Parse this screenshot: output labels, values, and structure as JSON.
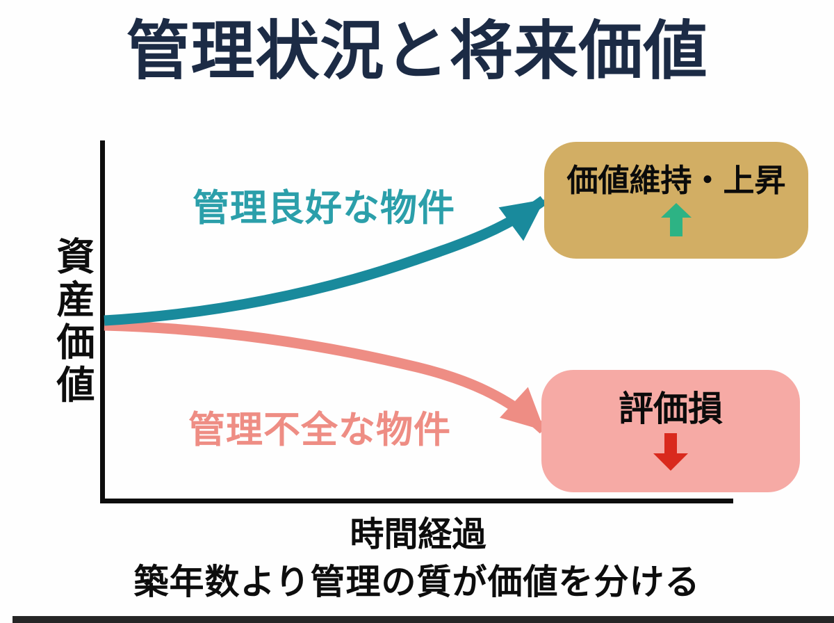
{
  "diagram": {
    "title": "管理状況と将来価値",
    "y_axis_label": "資産価値",
    "x_axis_label": "時間経過",
    "caption": "築年数より管理の質が価値を分ける",
    "series": [
      {
        "name": "管理良好な物件",
        "trend": "up",
        "outcome": "価値維持・上昇",
        "outcome_icon": "up-arrow"
      },
      {
        "name": "管理不全な物件",
        "trend": "down",
        "outcome": "評価損",
        "outcome_icon": "down-arrow"
      }
    ]
  },
  "colors": {
    "title": "#1c2b45",
    "text": "#0d0d0d",
    "axis": "#0d0d0d",
    "good_curve": "#198a9c",
    "good_label": "#2b9faa",
    "bad_curve": "#ee8d84",
    "bad_label": "#ee8d84",
    "good_box_bg": "#d2ae64",
    "bad_box_bg": "#f6aaa5",
    "outcome_text": "#0b0b0b",
    "up_arrow": "#2db384",
    "down_arrow": "#d9291d"
  }
}
